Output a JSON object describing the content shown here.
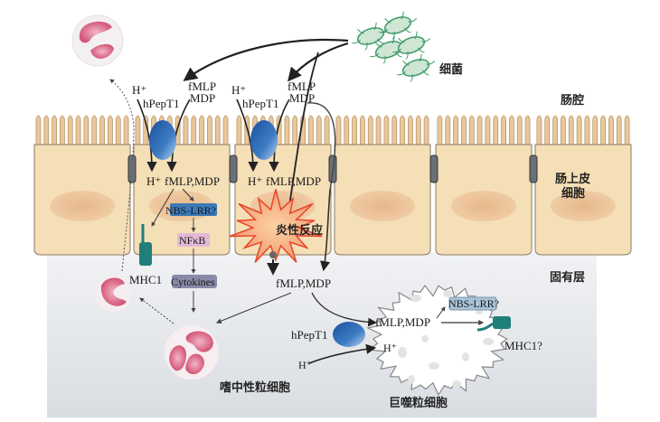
{
  "regions": {
    "lumen": "肠腔",
    "epithelium_line1": "肠上皮",
    "epithelium_line2": "细胞",
    "lamina_propria": "固有层"
  },
  "labels": {
    "bacteria": "细菌",
    "neutrophil": "嗜中性粒细胞",
    "macrophage": "巨噬粒细胞",
    "inflammation": "炎性反应"
  },
  "cell1": {
    "h_plus_top": "H⁺",
    "transporter": "hPepT1",
    "peptide_top_1": "fMLP",
    "peptide_top_2": "MDP",
    "h_plus_inside": "H⁺",
    "peptides_inside": "fMLP,MDP",
    "receptor": "NBS-LRR?",
    "nfkb": "NFκB",
    "cytokines": "Cytokines",
    "mhc": "MHC1"
  },
  "cell2": {
    "h_plus_top": "H⁺",
    "transporter": "hPepT1",
    "peptide_top_1": "fMLP",
    "peptide_top_2": "MDP",
    "h_plus_inside": "H⁺",
    "peptides_inside": "fMLP,MDP",
    "peptides_out": "fMLP,MDP"
  },
  "macrophage_detail": {
    "transporter": "hPepT1",
    "h_plus_in": "H⁺",
    "peptides_inside": "fMLP,MDP",
    "h_plus_inside": "H⁺",
    "receptor": "NBS-LRR?",
    "mhc": "MHC1?"
  },
  "colors": {
    "cell_fill": "#f5dfb6",
    "nucleus": "#e8b98a",
    "transporter": "#2a64b0",
    "mhc": "#1f7f7a",
    "neutrophil": "#d9607f",
    "bacteria": "#3f9a6a",
    "burst_fill": "#f7b28a",
    "burst_stroke": "#e8442c",
    "nbs_box": "#3d7ab8",
    "nfkb_box": "#e3b8d6",
    "cytokine_box": "#8a8aa8",
    "lamina_bg": "#e6e9ed"
  }
}
